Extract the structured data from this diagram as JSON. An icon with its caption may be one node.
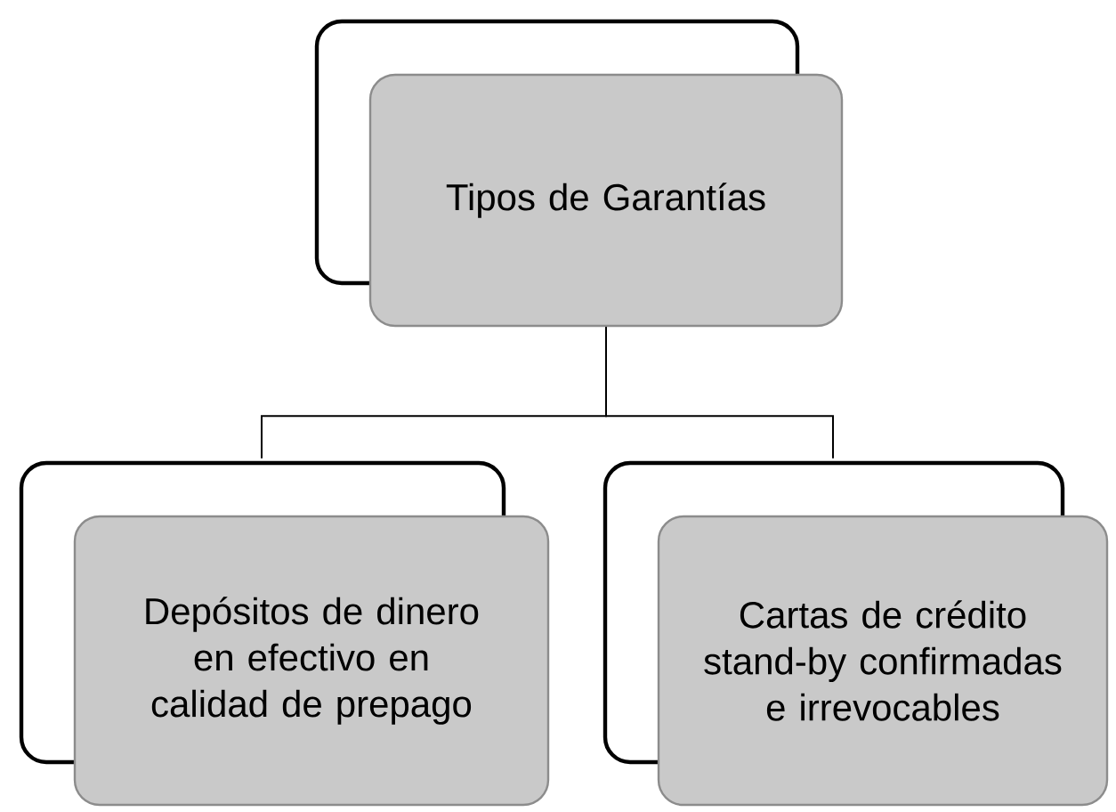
{
  "diagram": {
    "nodes": [
      {
        "text": [
          "Tipos de Garantías"
        ]
      },
      {
        "text": [
          "Depósitos de dinero en efectivo en calidad de prepago"
        ]
      },
      {
        "text": [
          "Cartas de crédito stand-by confirmadas e irrevocables"
        ]
      }
    ],
    "edges": [
      {
        "from": 0,
        "to": 1,
        "arrow": "none"
      },
      {
        "from": 0,
        "to": 2,
        "arrow": "none"
      }
    ]
  }
}
